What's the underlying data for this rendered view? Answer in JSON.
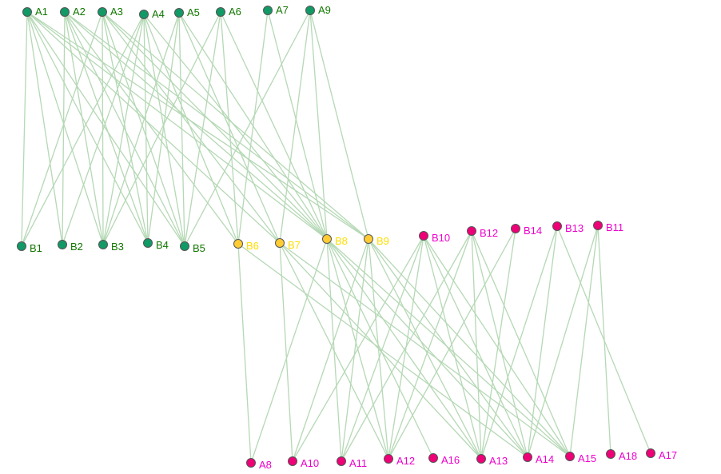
{
  "colors": {
    "group_a_top": "#119966",
    "group_b_mid": "#ffcc33",
    "group_pink": "#ee0077",
    "label_green": "#117700",
    "label_yellow": "#ffdd00",
    "label_pink": "#ee00cc",
    "edge": "#b5d8b5"
  },
  "nodes": [
    {
      "id": "A1",
      "group": "green"
    },
    {
      "id": "A2",
      "group": "green"
    },
    {
      "id": "A3",
      "group": "green"
    },
    {
      "id": "A4",
      "group": "green"
    },
    {
      "id": "A5",
      "group": "green"
    },
    {
      "id": "A6",
      "group": "green"
    },
    {
      "id": "A7",
      "group": "green"
    },
    {
      "id": "A9",
      "group": "green"
    },
    {
      "id": "B1",
      "group": "green"
    },
    {
      "id": "B2",
      "group": "green"
    },
    {
      "id": "B3",
      "group": "green"
    },
    {
      "id": "B4",
      "group": "green"
    },
    {
      "id": "B5",
      "group": "green"
    },
    {
      "id": "B6",
      "group": "yellow"
    },
    {
      "id": "B7",
      "group": "yellow"
    },
    {
      "id": "B8",
      "group": "yellow"
    },
    {
      "id": "B9",
      "group": "yellow"
    },
    {
      "id": "B10",
      "group": "pink"
    },
    {
      "id": "B12",
      "group": "pink"
    },
    {
      "id": "B14",
      "group": "pink"
    },
    {
      "id": "B13",
      "group": "pink"
    },
    {
      "id": "B11",
      "group": "pink"
    },
    {
      "id": "A8",
      "group": "pink"
    },
    {
      "id": "A10",
      "group": "pink"
    },
    {
      "id": "A11",
      "group": "pink"
    },
    {
      "id": "A12",
      "group": "pink"
    },
    {
      "id": "A16",
      "group": "pink"
    },
    {
      "id": "A13",
      "group": "pink"
    },
    {
      "id": "A14",
      "group": "pink"
    },
    {
      "id": "A15",
      "group": "pink"
    },
    {
      "id": "A18",
      "group": "pink"
    },
    {
      "id": "A17",
      "group": "pink"
    }
  ],
  "edges": [
    [
      "A1",
      "B1"
    ],
    [
      "A1",
      "B2"
    ],
    [
      "A1",
      "B3"
    ],
    [
      "A1",
      "B4"
    ],
    [
      "A1",
      "B5"
    ],
    [
      "A1",
      "B7"
    ],
    [
      "A1",
      "B8"
    ],
    [
      "A1",
      "B9"
    ],
    [
      "A2",
      "B2"
    ],
    [
      "A2",
      "B3"
    ],
    [
      "A2",
      "B4"
    ],
    [
      "A2",
      "B5"
    ],
    [
      "A2",
      "B6"
    ],
    [
      "A2",
      "B8"
    ],
    [
      "A2",
      "B9"
    ],
    [
      "A3",
      "B1"
    ],
    [
      "A3",
      "B3"
    ],
    [
      "A3",
      "B4"
    ],
    [
      "A3",
      "B5"
    ],
    [
      "A3",
      "B7"
    ],
    [
      "A3",
      "B8"
    ],
    [
      "A3",
      "B9"
    ],
    [
      "A4",
      "B1"
    ],
    [
      "A4",
      "B2"
    ],
    [
      "A4",
      "B3"
    ],
    [
      "A4",
      "B4"
    ],
    [
      "A4",
      "B5"
    ],
    [
      "A4",
      "B6"
    ],
    [
      "A4",
      "B8"
    ],
    [
      "A5",
      "B3"
    ],
    [
      "A5",
      "B4"
    ],
    [
      "A5",
      "B5"
    ],
    [
      "A5",
      "B7"
    ],
    [
      "A5",
      "B8"
    ],
    [
      "A6",
      "B3"
    ],
    [
      "A6",
      "B5"
    ],
    [
      "A6",
      "B6"
    ],
    [
      "A6",
      "B8"
    ],
    [
      "A7",
      "B6"
    ],
    [
      "A7",
      "B8"
    ],
    [
      "A9",
      "B5"
    ],
    [
      "A9",
      "B7"
    ],
    [
      "A9",
      "B8"
    ],
    [
      "A9",
      "B9"
    ],
    [
      "B6",
      "A8"
    ],
    [
      "B6",
      "A14"
    ],
    [
      "B7",
      "A10"
    ],
    [
      "B7",
      "A12"
    ],
    [
      "B7",
      "A13"
    ],
    [
      "B7",
      "A15"
    ],
    [
      "B8",
      "A8"
    ],
    [
      "B8",
      "A11"
    ],
    [
      "B8",
      "A12"
    ],
    [
      "B8",
      "A13"
    ],
    [
      "B8",
      "A14"
    ],
    [
      "B8",
      "A15"
    ],
    [
      "B8",
      "A16"
    ],
    [
      "B9",
      "A10"
    ],
    [
      "B9",
      "A11"
    ],
    [
      "B9",
      "A12"
    ],
    [
      "B9",
      "A13"
    ],
    [
      "B9",
      "A14"
    ],
    [
      "B9",
      "A15"
    ],
    [
      "B10",
      "A10"
    ],
    [
      "B10",
      "A11"
    ],
    [
      "B10",
      "A12"
    ],
    [
      "B10",
      "A13"
    ],
    [
      "B10",
      "A14"
    ],
    [
      "B10",
      "A15"
    ],
    [
      "B12",
      "A11"
    ],
    [
      "B12",
      "A12"
    ],
    [
      "B12",
      "A13"
    ],
    [
      "B12",
      "A14"
    ],
    [
      "B12",
      "A15"
    ],
    [
      "B14",
      "A12"
    ],
    [
      "B14",
      "A13"
    ],
    [
      "B13",
      "A13"
    ],
    [
      "B13",
      "A14"
    ],
    [
      "B13",
      "A17"
    ],
    [
      "B11",
      "A14"
    ],
    [
      "B11",
      "A15"
    ],
    [
      "B11",
      "A18"
    ]
  ]
}
